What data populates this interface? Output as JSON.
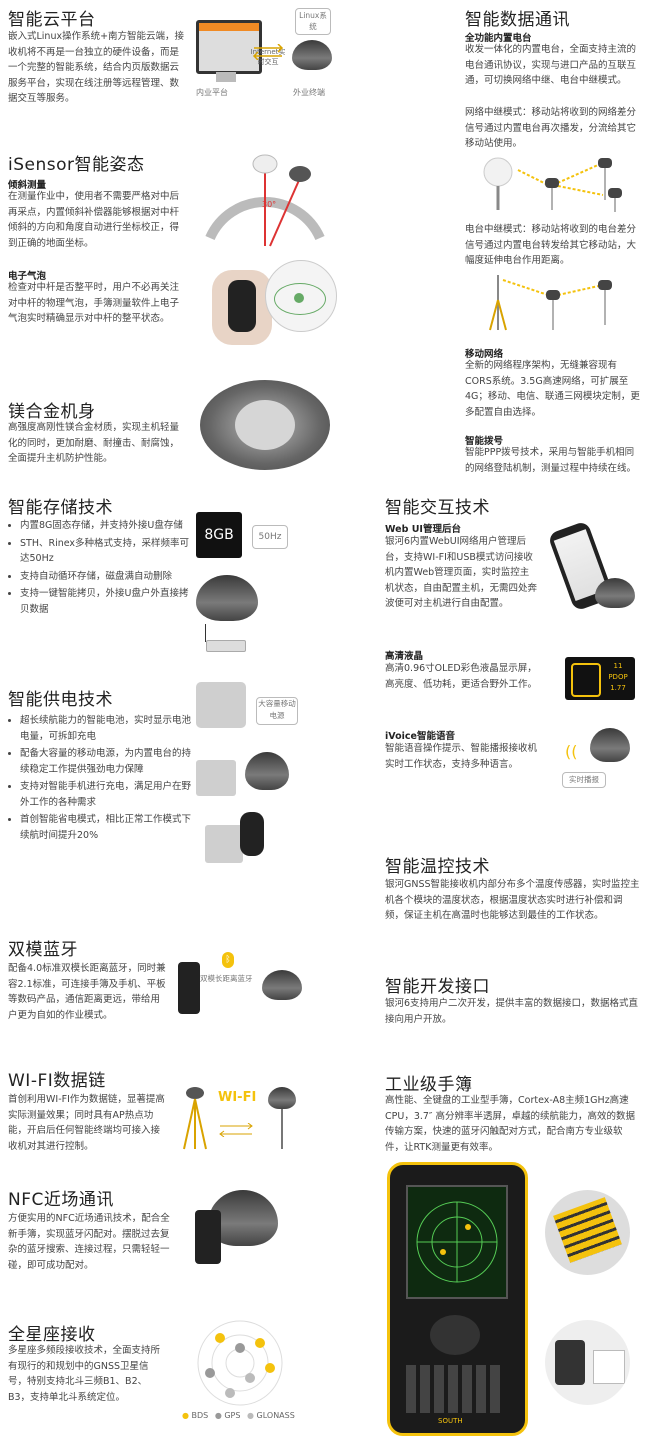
{
  "left": {
    "cloud": {
      "title": "智能云平台",
      "text": "嵌入式Linux操作系统+南方智能云端，接收机将不再是一台独立的硬件设备，而是一个完整的智能系统，结合内页版数据云服务平台，实现在线注册等远程管理、数据交互等服务。",
      "tag_linux": "Linux系统",
      "tag_internet": "Internet实时交互",
      "label_inner": "内业平台",
      "label_outer": "外业终端"
    },
    "isensor": {
      "title": "iSensor智能姿态",
      "tilt_title": "倾斜测量",
      "tilt_text": "在测量作业中，使用者不需要严格对中后再采点，内置倾斜补偿器能够根据对中杆倾斜的方向和角度自动进行坐标校正，得到正确的地面坐标。",
      "angle_label": "30°",
      "bubble_title": "电子气泡",
      "bubble_text": "检查对中杆是否整平时，用户不必再关注对中杆的物理气泡，手簿测量软件上电子气泡实时精确显示对中杆的整平状态。"
    },
    "alloy": {
      "title": "镁合金机身",
      "text": "高强度高刚性镁合金材质，实现主机轻量化的同时，更加耐磨、耐撞击、耐腐蚀，全面提升主机防护性能。"
    },
    "storage": {
      "title": "智能存储技术",
      "items": [
        "内置8G固态存储，并支持外接U盘存储",
        "STH、Rinex多种格式支持，采样频率可达50Hz",
        "支持自动循环存储，磁盘满自动删除",
        "支持一键智能拷贝，外接U盘户外直接拷贝数据"
      ],
      "chip_label": "8GB",
      "hz_label": "50Hz"
    },
    "power": {
      "title": "智能供电技术",
      "items": [
        "超长续航能力的智能电池，实时显示电池电量，可拆卸充电",
        "配备大容量的移动电源，为内置电台的持续稳定工作提供强劲电力保障",
        "支持对智能手机进行充电，满足用户在野外工作的各种需求",
        "首创智能省电模式，相比正常工作模式下续航时间提升20%"
      ],
      "tag": "大容量移动电源"
    },
    "bluetooth": {
      "title": "双模蓝牙",
      "text": "配备4.0标准双模长距离蓝牙，同时兼容2.1标准，可连接手簿及手机、平板等数码产品，通信距离更远，带给用户更为自如的作业模式。",
      "tag": "双模长距离蓝牙"
    },
    "wifi": {
      "title": "WI-FI数据链",
      "text": "首创利用WI-FI作为数据链，显著提高实际测量效果；同时具有AP热点功能，开启后任何智能终端均可接入接收机对其进行控制。",
      "wifi_label": "WI-FI"
    },
    "nfc": {
      "title": "NFC近场通讯",
      "text": "方便实用的NFC近场通讯技术，配合全新手簿，实现蓝牙闪配对。摆脱过去复杂的蓝牙搜索、连接过程，只需轻轻一碰，即可成功配对。"
    },
    "constellation": {
      "title": "全星座接收",
      "text": "多星座多频段接收技术，全面支持所有现行的和规划中的GNSS卫星信号，特别支持北斗三频B1、B2、B3，支持单北斗系统定位。",
      "legend": [
        "BDS",
        "GPS",
        "GLONASS"
      ],
      "colors": {
        "BDS": "#f4c20d",
        "GPS": "#999999",
        "GLONASS": "#bbbbbb"
      }
    }
  },
  "right": {
    "comm": {
      "title": "智能数据通讯",
      "radio_title": "全功能内置电台",
      "radio_text": "收发一体化的内置电台，全面支持主流的电台通讯协议，实现与进口产品的互联互通，可切换网络中继、电台中继模式。",
      "net_relay_text": "网络中继模式：移动站将收到的网络差分信号通过内置电台再次播发，分流给其它移动站使用。",
      "radio_relay_text": "电台中继模式：移动站将收到的电台差分信号通过内置电台转发给其它移动站，大幅度延伸电台作用距离。",
      "mobile_title": "移动网络",
      "mobile_text": "全新的网络程序架构，无缝兼容现有CORS系统。3.5G高速网络，可扩展至4G；移动、电信、联通三网模块定制，更多配置自由选择。",
      "ppp_title": "智能拨号",
      "ppp_text": "智能PPP拨号技术，采用与智能手机相同的网络登陆机制，测量过程中持续在线。"
    },
    "interaction": {
      "title": "智能交互技术",
      "web_title": "Web UI管理后台",
      "web_text": "银河6内置WebUI网络用户管理后台，支持WI-FI和USB模式访问接收机内置Web管理页面，实时监控主机状态，自由配置主机，无需四处奔波便可对主机进行自由配置。",
      "lcd_title": "高清液晶",
      "lcd_text": "高清0.96寸OLED彩色液晶显示屏，高亮度、低功耗，更适合野外工作。",
      "oled_values": [
        "11",
        "PDOP",
        "1.77"
      ],
      "voice_title": "iVoice智能语音",
      "voice_text": "智能语音操作提示、智能播报接收机实时工作状态，支持多种语言。",
      "voice_tag": "实时播报"
    },
    "thermal": {
      "title": "智能温控技术",
      "text": "银河GNSS智能接收机内部分布多个温度传感器，实时监控主机各个模块的温度状态，根据温度状态实时进行补偿和调频，保证主机在高温时也能够达到最佳的工作状态。"
    },
    "dev": {
      "title": "智能开发接口",
      "text": "银河6支持用户二次开发，提供丰富的数据接口，数据格式直接向用户开放。"
    },
    "handheld": {
      "title": "工业级手簿",
      "text": "高性能、全键盘的工业型手簿，Cortex-A8主频1GHz高速CPU，3.7″ 高分辨率半透屏，卓越的续航能力，高效的数据传输方案，快速的蓝牙闪触配对方式，配合南方专业级软件，让RTK测量更有效率。",
      "brand": "SOUTH"
    }
  }
}
